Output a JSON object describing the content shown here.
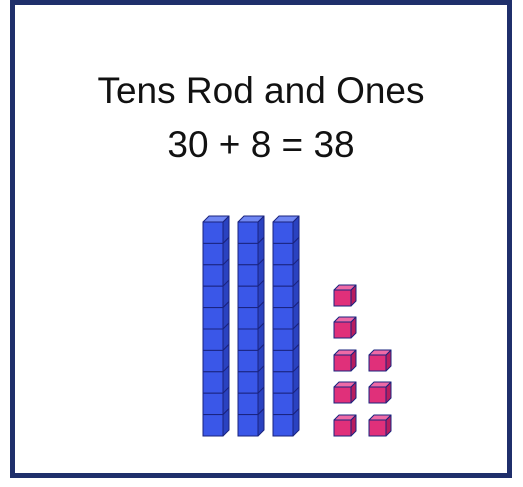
{
  "slide": {
    "title": "Tens Rod and Ones",
    "equation": "30 + 8 = 38"
  },
  "base_ten_model": {
    "tens_rods": 3,
    "cubes_per_rod": 10,
    "ones_cubes": 8,
    "tens_color": "#3a57e8",
    "tens_top_color": "#6f86f2",
    "tens_side_color": "#2a42c0",
    "ones_color": "#e0307a",
    "ones_top_color": "#ee6aa6",
    "ones_side_color": "#b81d5f",
    "outline_color": "#1a237e"
  }
}
